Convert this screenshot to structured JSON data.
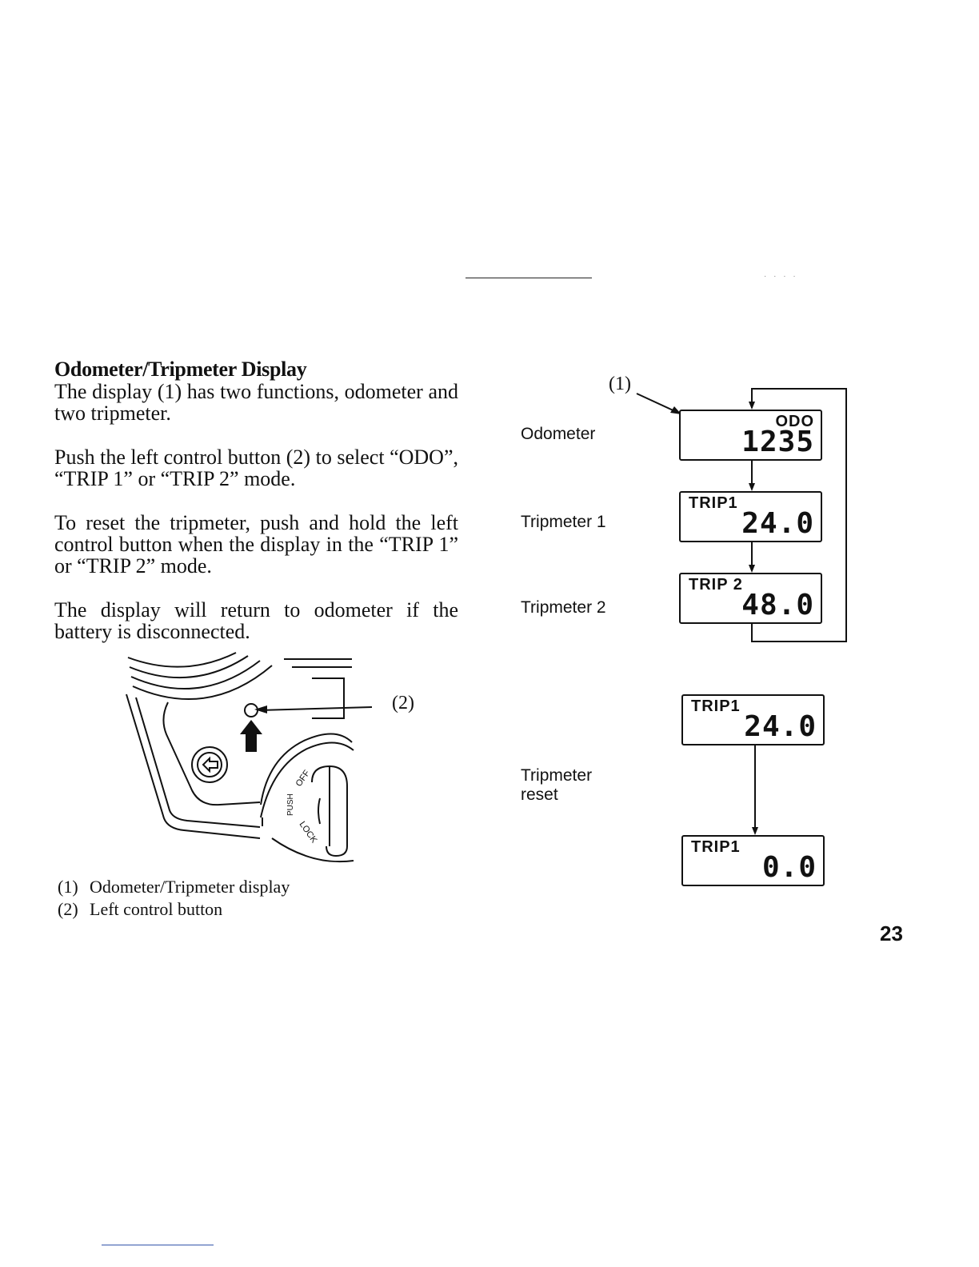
{
  "page": {
    "number": "23"
  },
  "text": {
    "heading": "Odometer/Tripmeter Display",
    "paragraphs": [
      "The display (1) has two functions, odometer and two tripmeter.",
      "Push the left control button (2) to select “ODO”, “TRIP 1” or “TRIP 2” mode.",
      "To reset the tripmeter, push and hold the left control button when the display in the “TRIP 1” or “TRIP 2” mode.",
      "The display will return to odometer if the battery is disconnected."
    ]
  },
  "figure_button": {
    "callout": "(2)",
    "switch_labels": [
      "OFF",
      "PUSH",
      "LOCK"
    ]
  },
  "captions": [
    {
      "num": "(1)",
      "text": "Odometer/Tripmeter display"
    },
    {
      "num": "(2)",
      "text": "Left control button"
    }
  ],
  "diagram_modes": {
    "callout": "(1)",
    "rows": [
      {
        "label": "Odometer",
        "mode": "ODO",
        "value": "1235"
      },
      {
        "label": "Tripmeter 1",
        "mode": "TRIP1",
        "value": "24.0"
      },
      {
        "label": "Tripmeter 2",
        "mode": "TRIP 2",
        "value": "48.0"
      }
    ]
  },
  "diagram_reset": {
    "label": "Tripmeter reset",
    "before": {
      "mode": "TRIP1",
      "value": "24.0"
    },
    "after": {
      "mode": "TRIP1",
      "value": "0.0"
    }
  }
}
